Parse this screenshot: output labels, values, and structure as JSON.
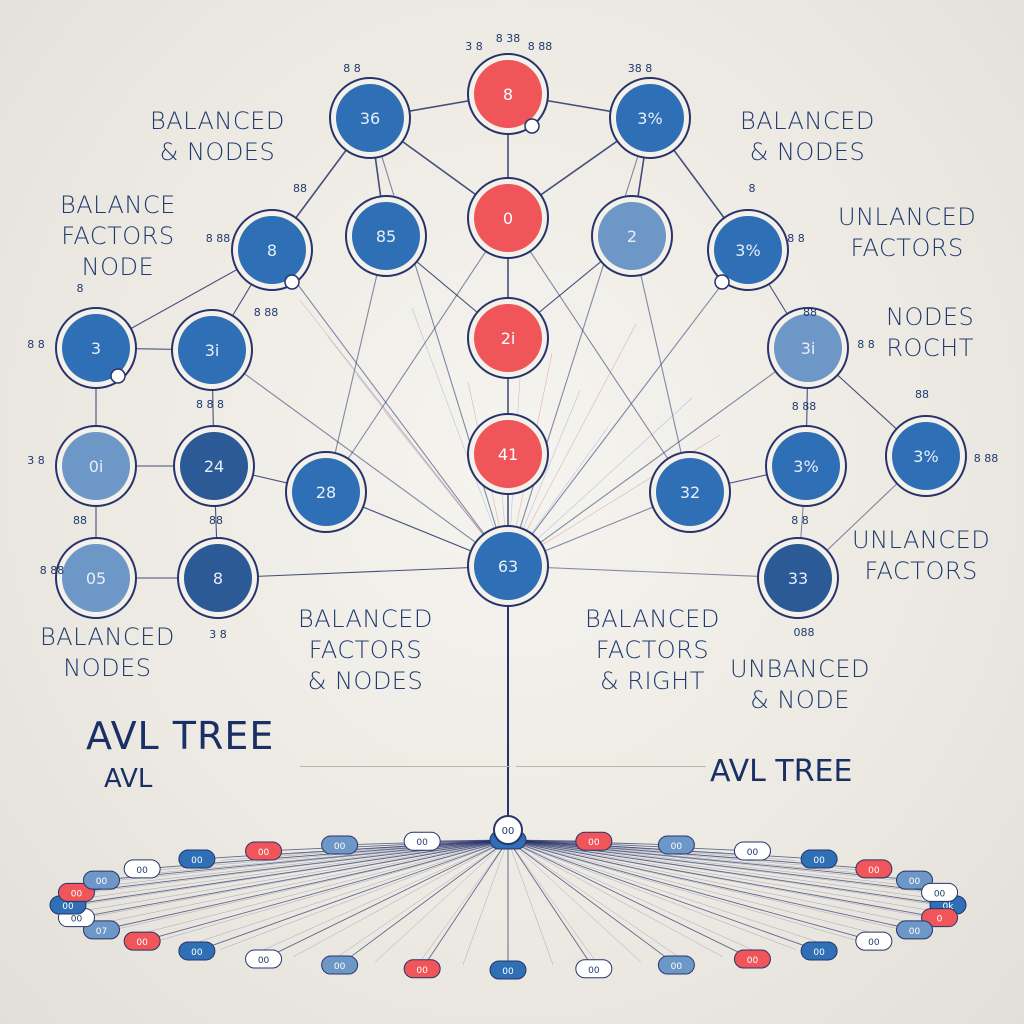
{
  "colors": {
    "blue": "#2f6fb5",
    "blue_light": "#6d97c6",
    "blue_dark": "#2c5a96",
    "red": "#f0555a",
    "ring": "#f4f1ea",
    "line": "#27336a",
    "text": "#1f3a6e"
  },
  "labels": {
    "top_left": [
      "BALANCED",
      "& NODES"
    ],
    "top_right": [
      "BALANCED",
      "& NODES"
    ],
    "left_mid": [
      "BALANCE",
      "FACTORS",
      "NODE"
    ],
    "right_mid": [
      "UNLANCED",
      "FACTORS"
    ],
    "right_nodes": [
      "NODES",
      "ROCHT"
    ],
    "right_low": [
      "UNLANCED",
      "FACTORS"
    ],
    "bottom_left": [
      "BALANCED",
      "NODES"
    ],
    "center_left": [
      "BALANCED",
      "FACTORS",
      "& NODES"
    ],
    "center_right": [
      "BALANCED",
      "FACTORS",
      "& RIGHT"
    ],
    "right_bottom": [
      "UNBANCED",
      "& NODE"
    ]
  },
  "titles": {
    "left_main": "AVL TREE",
    "left_sub": "AVL",
    "right_main": "AVL TREE"
  },
  "nodes": [
    {
      "id": "n-top",
      "text": "8",
      "color": "red"
    },
    {
      "id": "n-l1",
      "text": "36",
      "color": "blue"
    },
    {
      "id": "n-r1",
      "text": "3%",
      "color": "blue"
    },
    {
      "id": "n-c2",
      "text": "0",
      "color": "red"
    },
    {
      "id": "n-l2a",
      "text": "8",
      "color": "blue"
    },
    {
      "id": "n-l2b",
      "text": "85",
      "color": "blue"
    },
    {
      "id": "n-r2a",
      "text": "2",
      "color": "blue_light"
    },
    {
      "id": "n-r2b",
      "text": "3%",
      "color": "blue"
    },
    {
      "id": "n-c3",
      "text": "2i",
      "color": "red"
    },
    {
      "id": "n-l3a",
      "text": "3",
      "color": "blue"
    },
    {
      "id": "n-l3b",
      "text": "3i",
      "color": "blue"
    },
    {
      "id": "n-r3",
      "text": "3i",
      "color": "blue_light"
    },
    {
      "id": "n-c4",
      "text": "41",
      "color": "red"
    },
    {
      "id": "n-l4a",
      "text": "0i",
      "color": "blue_light"
    },
    {
      "id": "n-l4b",
      "text": "24",
      "color": "blue_dark"
    },
    {
      "id": "n-r4a",
      "text": "3%",
      "color": "blue"
    },
    {
      "id": "n-r4b",
      "text": "3%",
      "color": "blue"
    },
    {
      "id": "n-l5",
      "text": "28",
      "color": "blue"
    },
    {
      "id": "n-r5",
      "text": "32",
      "color": "blue"
    },
    {
      "id": "n-root",
      "text": "63",
      "color": "blue"
    },
    {
      "id": "n-l6a",
      "text": "05",
      "color": "blue_light"
    },
    {
      "id": "n-l6b",
      "text": "8",
      "color": "blue_dark"
    },
    {
      "id": "n-r6",
      "text": "33",
      "color": "blue_dark"
    }
  ],
  "small_labels": [
    "8 38",
    "8 8",
    "38 8",
    "8 88",
    "3 8",
    "88",
    "8",
    "8 88",
    "8 8",
    "8",
    "8 88",
    "88",
    "8 8 8",
    "8 88",
    "88",
    "8 8",
    "8 8",
    "3 8",
    "8 88",
    "88",
    "88",
    "8 8",
    "088",
    "3 8",
    "8 88"
  ],
  "pills": [
    "0k",
    "0",
    "00",
    "00",
    "00",
    "00",
    "00",
    "00",
    "00",
    "00",
    "00",
    "00",
    "00",
    "00",
    "07",
    "00",
    "00",
    "00",
    "00",
    "00",
    "00",
    "00",
    "00",
    "00",
    "00",
    "00",
    "00",
    "00",
    "00",
    "00",
    "00",
    "00"
  ],
  "base_node": "00"
}
